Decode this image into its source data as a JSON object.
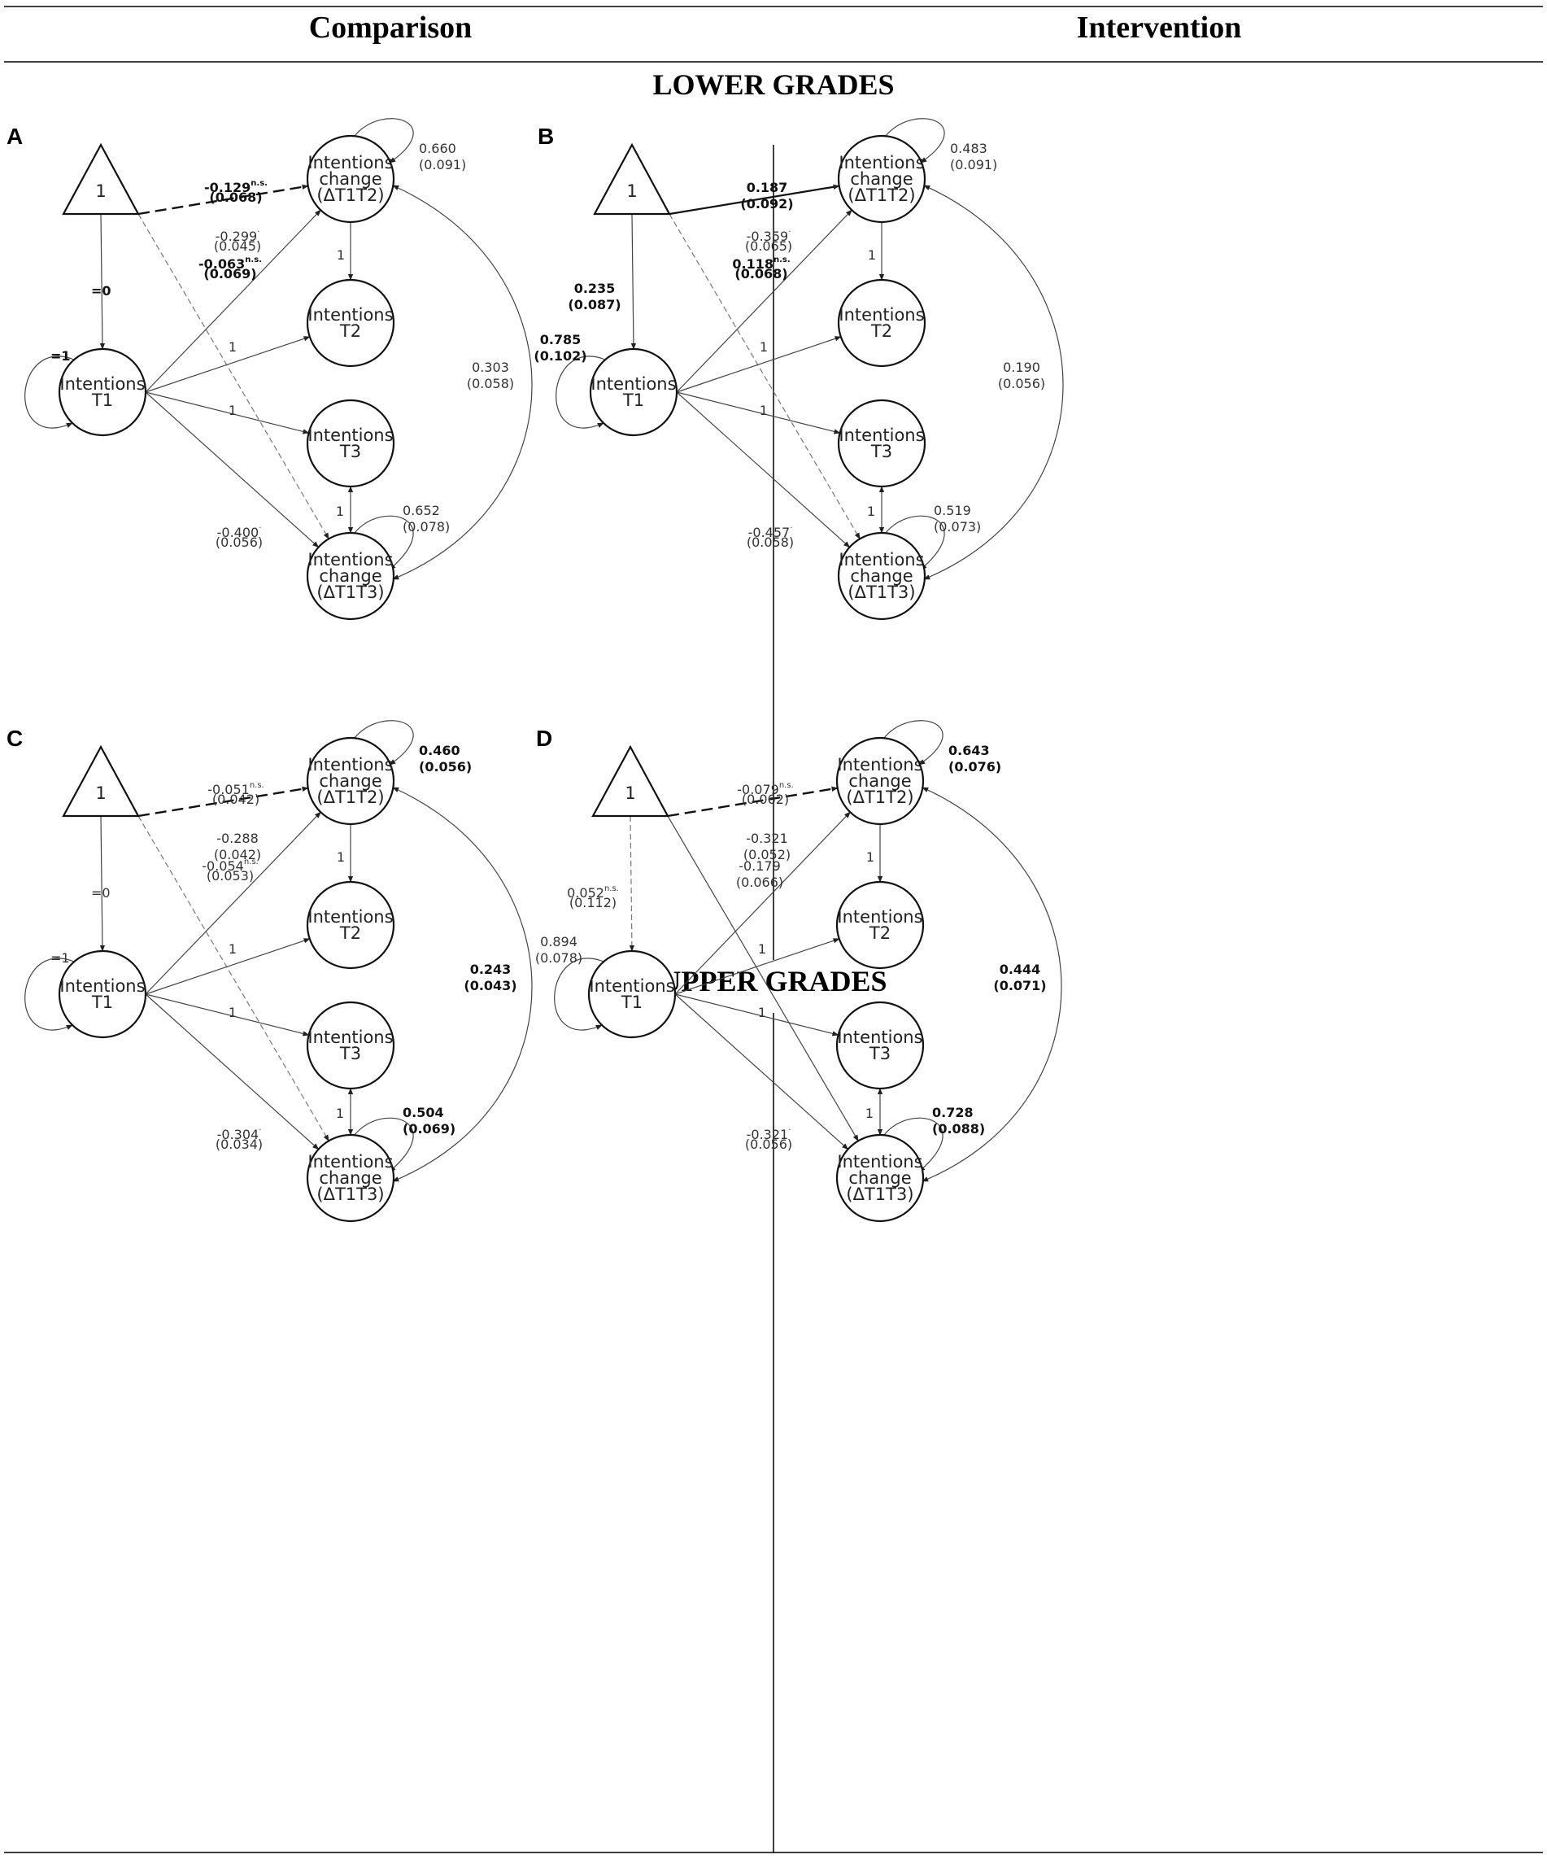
{
  "columns": {
    "left": "Comparison",
    "right": "Intervention"
  },
  "rows": {
    "top": "LOWER GRADES",
    "bottom": "UPPER GRADES"
  },
  "node_labels": {
    "constant": "1",
    "t1": [
      "Intentions",
      "T1"
    ],
    "t2": [
      "Intentions",
      "T2"
    ],
    "t3": [
      "Intentions",
      "T3"
    ],
    "d12": [
      "Intentions",
      "change",
      "(ΔT1T2)"
    ],
    "d13": [
      "Intentions",
      "change",
      "(ΔT1T3)"
    ]
  },
  "panels": [
    {
      "letter": "A",
      "const_d12": {
        "text": [
          "-0.129",
          "(0.068)"
        ],
        "sup": "n.s.",
        "style": "dash-bold",
        "bold": true
      },
      "const_d13": {
        "text": [
          "-0.063",
          "(0.069)"
        ],
        "sup": "n.s.",
        "style": "dash-thin",
        "bold": true
      },
      "const_t1": {
        "text": [
          "=0"
        ],
        "style": "solid",
        "bold": true
      },
      "t1_var": {
        "text": [
          "=1"
        ],
        "bold": true
      },
      "t1_d12": {
        "text": [
          "-0.299",
          "(0.045)"
        ],
        "sup": "·",
        "bold": false
      },
      "t1_t2": {
        "text": [
          "1"
        ]
      },
      "t1_t3": {
        "text": [
          "1"
        ]
      },
      "t1_d13": {
        "text": [
          "-0.400",
          "(0.056)"
        ],
        "sup": "·",
        "bold": false
      },
      "d12_t2": {
        "text": [
          "1"
        ]
      },
      "d13_t3": {
        "text": [
          "1"
        ]
      },
      "d12_var": {
        "text": [
          "0.660",
          "(0.091)"
        ],
        "bold": false
      },
      "d13_var": {
        "text": [
          "0.652",
          "(0.078)"
        ],
        "bold": false
      },
      "cov": {
        "text": [
          "0.303",
          "(0.058)"
        ],
        "bold": false
      }
    },
    {
      "letter": "B",
      "const_d12": {
        "text": [
          "0.187",
          "(0.092)"
        ],
        "style": "solid-bold",
        "bold": true
      },
      "const_d13": {
        "text": [
          "0.118",
          "(0.068)"
        ],
        "sup": "n.s.",
        "style": "dash-thin",
        "bold": true
      },
      "const_t1": {
        "text": [
          "0.235",
          "(0.087)"
        ],
        "style": "solid",
        "bold": true
      },
      "t1_var": {
        "text": [
          "0.785",
          "(0.102)"
        ],
        "bold": true
      },
      "t1_d12": {
        "text": [
          "-0.359",
          "(0.065)"
        ],
        "sup": "·",
        "bold": false
      },
      "t1_t2": {
        "text": [
          "1"
        ]
      },
      "t1_t3": {
        "text": [
          "1"
        ]
      },
      "t1_d13": {
        "text": [
          "-0.457",
          "(0.058)"
        ],
        "sup": "·",
        "bold": false
      },
      "d12_t2": {
        "text": [
          "1"
        ]
      },
      "d13_t3": {
        "text": [
          "1"
        ]
      },
      "d12_var": {
        "text": [
          "0.483",
          "(0.091)"
        ],
        "bold": false
      },
      "d13_var": {
        "text": [
          "0.519",
          "(0.073)"
        ],
        "bold": false
      },
      "cov": {
        "text": [
          "0.190",
          "(0.056)"
        ],
        "bold": false
      }
    },
    {
      "letter": "C",
      "const_d12": {
        "text": [
          "-0.051",
          "(0.042)"
        ],
        "sup": "n.s.",
        "style": "dash-bold",
        "bold": false
      },
      "const_d13": {
        "text": [
          "-0.054",
          "(0.053)"
        ],
        "sup": "n.s.",
        "style": "dash-thin",
        "bold": false
      },
      "const_t1": {
        "text": [
          "=0"
        ],
        "style": "solid",
        "bold": false
      },
      "t1_var": {
        "text": [
          "=1"
        ],
        "bold": false
      },
      "t1_d12": {
        "text": [
          "-0.288",
          "(0.042)"
        ],
        "bold": false
      },
      "t1_t2": {
        "text": [
          "1"
        ]
      },
      "t1_t3": {
        "text": [
          "1"
        ]
      },
      "t1_d13": {
        "text": [
          "-0.304",
          "(0.034)"
        ],
        "sup": "·",
        "bold": false
      },
      "d12_t2": {
        "text": [
          "1"
        ]
      },
      "d13_t3": {
        "text": [
          "1"
        ]
      },
      "d12_var": {
        "text": [
          "0.460",
          "(0.056)"
        ],
        "bold": true
      },
      "d13_var": {
        "text": [
          "0.504",
          "(0.069)"
        ],
        "bold": true
      },
      "cov": {
        "text": [
          "0.243",
          "(0.043)"
        ],
        "bold": true
      }
    },
    {
      "letter": "D",
      "const_d12": {
        "text": [
          "-0.079",
          "(0.062)"
        ],
        "sup": "n.s.",
        "style": "dash-bold",
        "bold": false
      },
      "const_d13": {
        "text": [
          "-0.179",
          "(0.066)"
        ],
        "style": "solid",
        "bold": false
      },
      "const_t1": {
        "text": [
          "0.052",
          "(0.112)"
        ],
        "sup": "n.s.",
        "style": "dash-thin",
        "bold": false
      },
      "t1_var": {
        "text": [
          "0.894",
          "(0.078)"
        ],
        "bold": false
      },
      "t1_d12": {
        "text": [
          "-0.321",
          "(0.052)"
        ],
        "bold": false
      },
      "t1_t2": {
        "text": [
          "1"
        ]
      },
      "t1_t3": {
        "text": [
          "1"
        ]
      },
      "t1_d13": {
        "text": [
          "-0.321",
          "(0.056)"
        ],
        "sup": "·",
        "bold": false
      },
      "d12_t2": {
        "text": [
          "1"
        ]
      },
      "d13_t3": {
        "text": [
          "1"
        ]
      },
      "d12_var": {
        "text": [
          "0.643",
          "(0.076)"
        ],
        "bold": true
      },
      "d13_var": {
        "text": [
          "0.728",
          "(0.088)"
        ],
        "bold": true
      },
      "cov": {
        "text": [
          "0.444",
          "(0.071)"
        ],
        "bold": true
      }
    }
  ]
}
